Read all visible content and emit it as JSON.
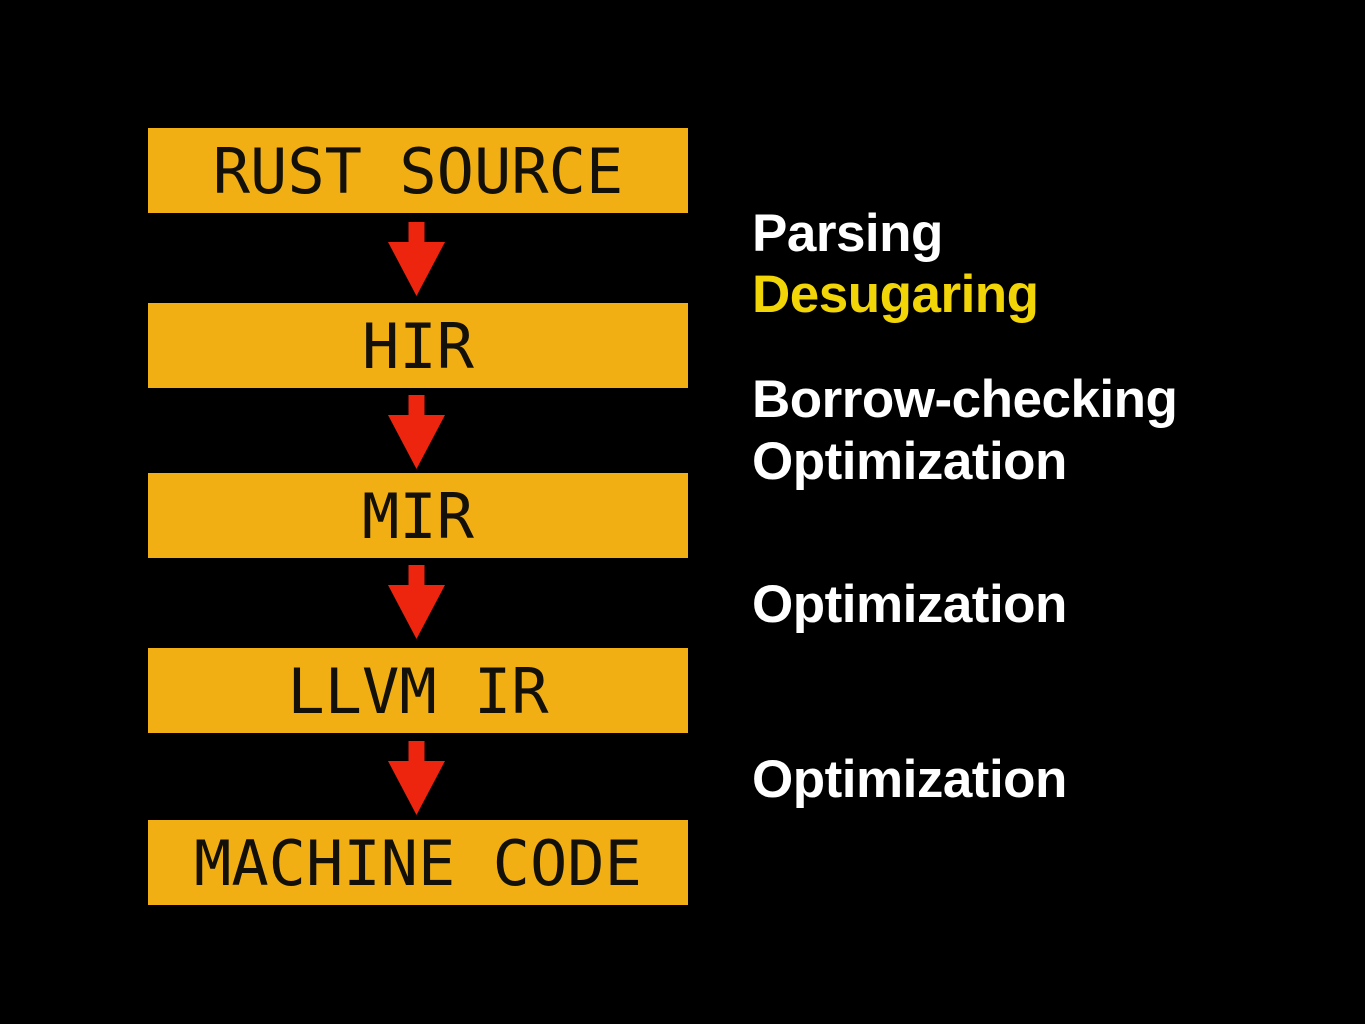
{
  "palette": {
    "background": "#000000",
    "box-fill": "#F2AF14",
    "box-text": "#121008",
    "arrow-red": "#ED240E",
    "label-white": "#FFFFFF",
    "label-yellow": "#F2D506"
  },
  "pipeline": {
    "stages": [
      {
        "id": "rust-source",
        "label": "RUST SOURCE"
      },
      {
        "id": "hir",
        "label": "HIR"
      },
      {
        "id": "mir",
        "label": "MIR"
      },
      {
        "id": "llvm-ir",
        "label": "LLVM IR"
      },
      {
        "id": "machine-code",
        "label": "MACHINE CODE"
      }
    ],
    "arrow_icon": "down-arrow"
  },
  "annotations": [
    {
      "text": "Parsing",
      "highlighted": false
    },
    {
      "text": "Desugaring",
      "highlighted": true
    },
    {
      "text": "Borrow-checking",
      "highlighted": false
    },
    {
      "text": "Optimization",
      "highlighted": false
    },
    {
      "text": "Optimization",
      "highlighted": false
    },
    {
      "text": "Optimization",
      "highlighted": false
    }
  ]
}
